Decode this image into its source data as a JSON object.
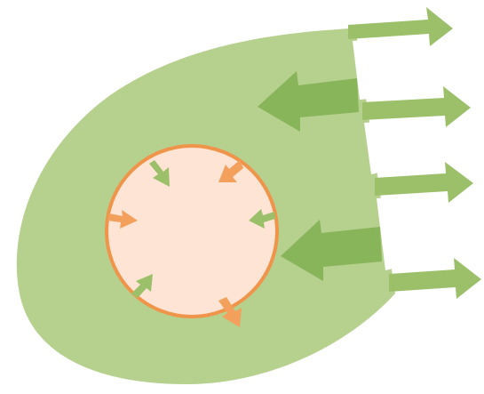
{
  "diagram": {
    "colors": {
      "background": "#ffffff",
      "green_fill": "#b6d08e",
      "green_arrow": "#9cc06a",
      "green_arrow_dark": "#88b45a",
      "nucleus_fill": "#fde4d4",
      "nucleus_stroke": "#f0944a",
      "orange_arrow": "#f3a05c"
    },
    "shapes": {
      "cell": "green-oval-body",
      "nucleus": "peach-circle"
    },
    "arrows": {
      "outward_right": [
        "arrow-1",
        "arrow-2",
        "arrow-3",
        "arrow-4"
      ],
      "inward_left": [
        "arrow-upper",
        "arrow-lower"
      ],
      "nucleus_inward_green": [
        "top-left",
        "right",
        "bottom-left"
      ],
      "nucleus_inward_orange": [
        "top-right",
        "left"
      ],
      "nucleus_outward_orange": [
        "bottom"
      ]
    }
  }
}
